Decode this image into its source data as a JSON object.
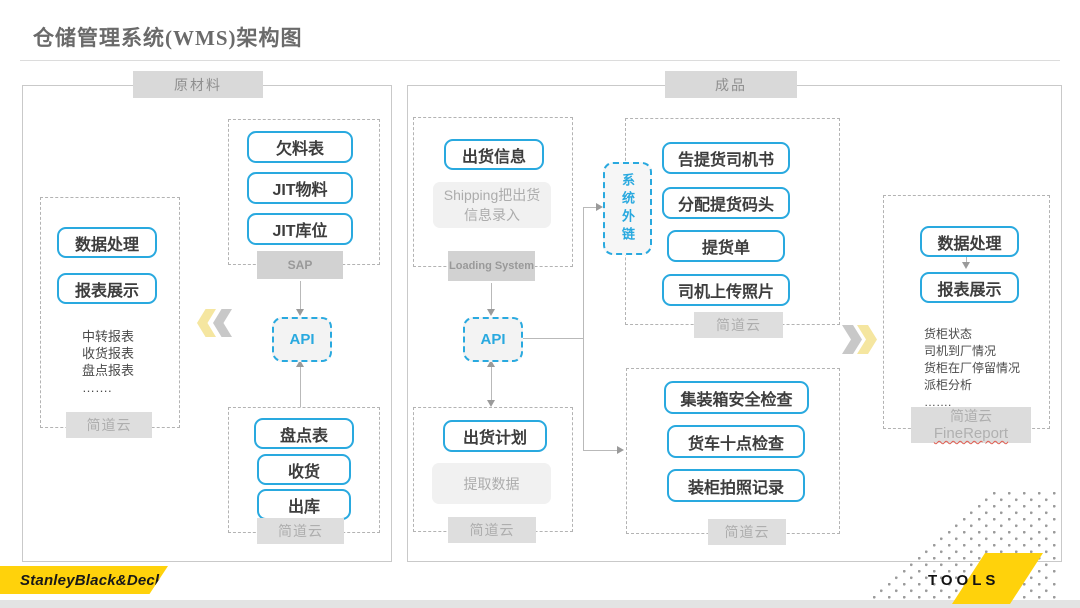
{
  "title": "仓储管理系统(WMS)架构图",
  "colors": {
    "accent_blue": "#29A9DF",
    "brand_yellow": "#FFD20B"
  },
  "raw_panel": {
    "tab": "原材料",
    "report_group": {
      "box1": "数据处理",
      "box2": "报表展示",
      "notes": [
        "中转报表",
        "收货报表",
        "盘点报表",
        "……."
      ],
      "platform": "简道云"
    },
    "sap_group": {
      "box1": "欠料表",
      "box2": "JIT物料",
      "box3": "JIT库位",
      "platform": "SAP"
    },
    "api_label": "API",
    "wms_group": {
      "box1": "盘点表",
      "box2": "收货",
      "box3": "出库",
      "platform": "简道云"
    }
  },
  "finished_panel": {
    "tab": "成品",
    "shipping_group": {
      "box1": "出货信息",
      "note": "Shipping把出货信息录入",
      "platform": "Loading System"
    },
    "api_label": "API",
    "external_link_label": "系统外链",
    "pickup_group": {
      "box1": "告提货司机书",
      "box2": "分配提货码头",
      "box3": "提货单",
      "box4": "司机上传照片",
      "platform": "简道云"
    },
    "plan_group": {
      "box1": "出货计划",
      "note": "提取数据",
      "platform": "简道云"
    },
    "check_group": {
      "box1": "集装箱安全检查",
      "box2": "货车十点检查",
      "box3": "装柜拍照记录",
      "platform": "简道云"
    }
  },
  "report_panel": {
    "box1": "数据处理",
    "box2": "报表展示",
    "notes": [
      "货柜状态",
      "司机到厂情况",
      "货柜在厂停留情况",
      "派柜分析",
      "……."
    ],
    "platform_line1": "简道云",
    "platform_line2": "FineReport"
  },
  "footer": {
    "brand_left": "StanleyBlack&Decker",
    "brand_right": "TOOLS"
  }
}
